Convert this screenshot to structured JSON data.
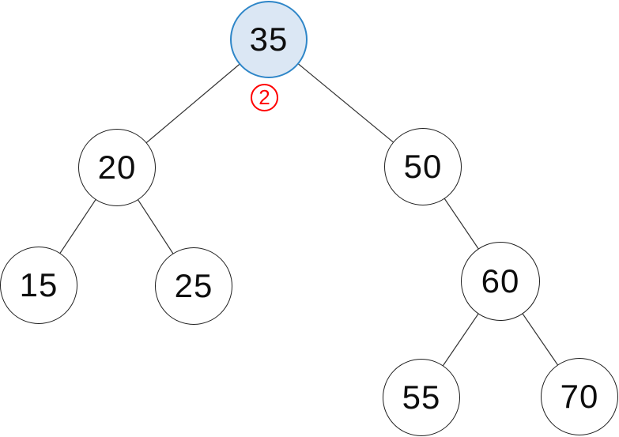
{
  "tree": {
    "kind": "binary-search-tree",
    "nodes": [
      {
        "value": "35",
        "highlighted": true,
        "left_child": "20",
        "right_child": "50"
      },
      {
        "value": "20",
        "highlighted": false,
        "left_child": "15",
        "right_child": "25"
      },
      {
        "value": "50",
        "highlighted": false,
        "left_child": null,
        "right_child": "60"
      },
      {
        "value": "15",
        "highlighted": false,
        "left_child": null,
        "right_child": null
      },
      {
        "value": "25",
        "highlighted": false,
        "left_child": null,
        "right_child": null
      },
      {
        "value": "60",
        "highlighted": false,
        "left_child": "55",
        "right_child": "70"
      },
      {
        "value": "55",
        "highlighted": false,
        "left_child": null,
        "right_child": null
      },
      {
        "value": "70",
        "highlighted": false,
        "left_child": null,
        "right_child": null
      }
    ],
    "annotation": {
      "label": "2",
      "shape": "circled-number",
      "position": "below-root"
    },
    "colors": {
      "highlight_fill": "#dbe7f4",
      "highlight_border": "#2e86c8",
      "node_fill": "#ffffff",
      "node_border": "#1f1f1f",
      "edge": "#333333",
      "annotation_red": "#ff0000"
    }
  }
}
